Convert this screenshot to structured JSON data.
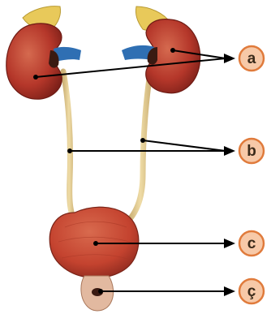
{
  "labels": [
    "a",
    "b",
    "c",
    "ç"
  ],
  "colors": {
    "kidney": "#b5372a",
    "kidney_dark": "#7a1f18",
    "kidney_light": "#d56a4f",
    "adrenal": "#e8c95a",
    "vein": "#2f6fb3",
    "ureter": "#e6cf94",
    "bladder": "#c4432f",
    "bladder_dark": "#8e2a1f",
    "urethra": "#e2b9a0",
    "badge_fill": "#f7c9a8",
    "badge_stroke": "#e07b3c",
    "line": "#000000"
  }
}
